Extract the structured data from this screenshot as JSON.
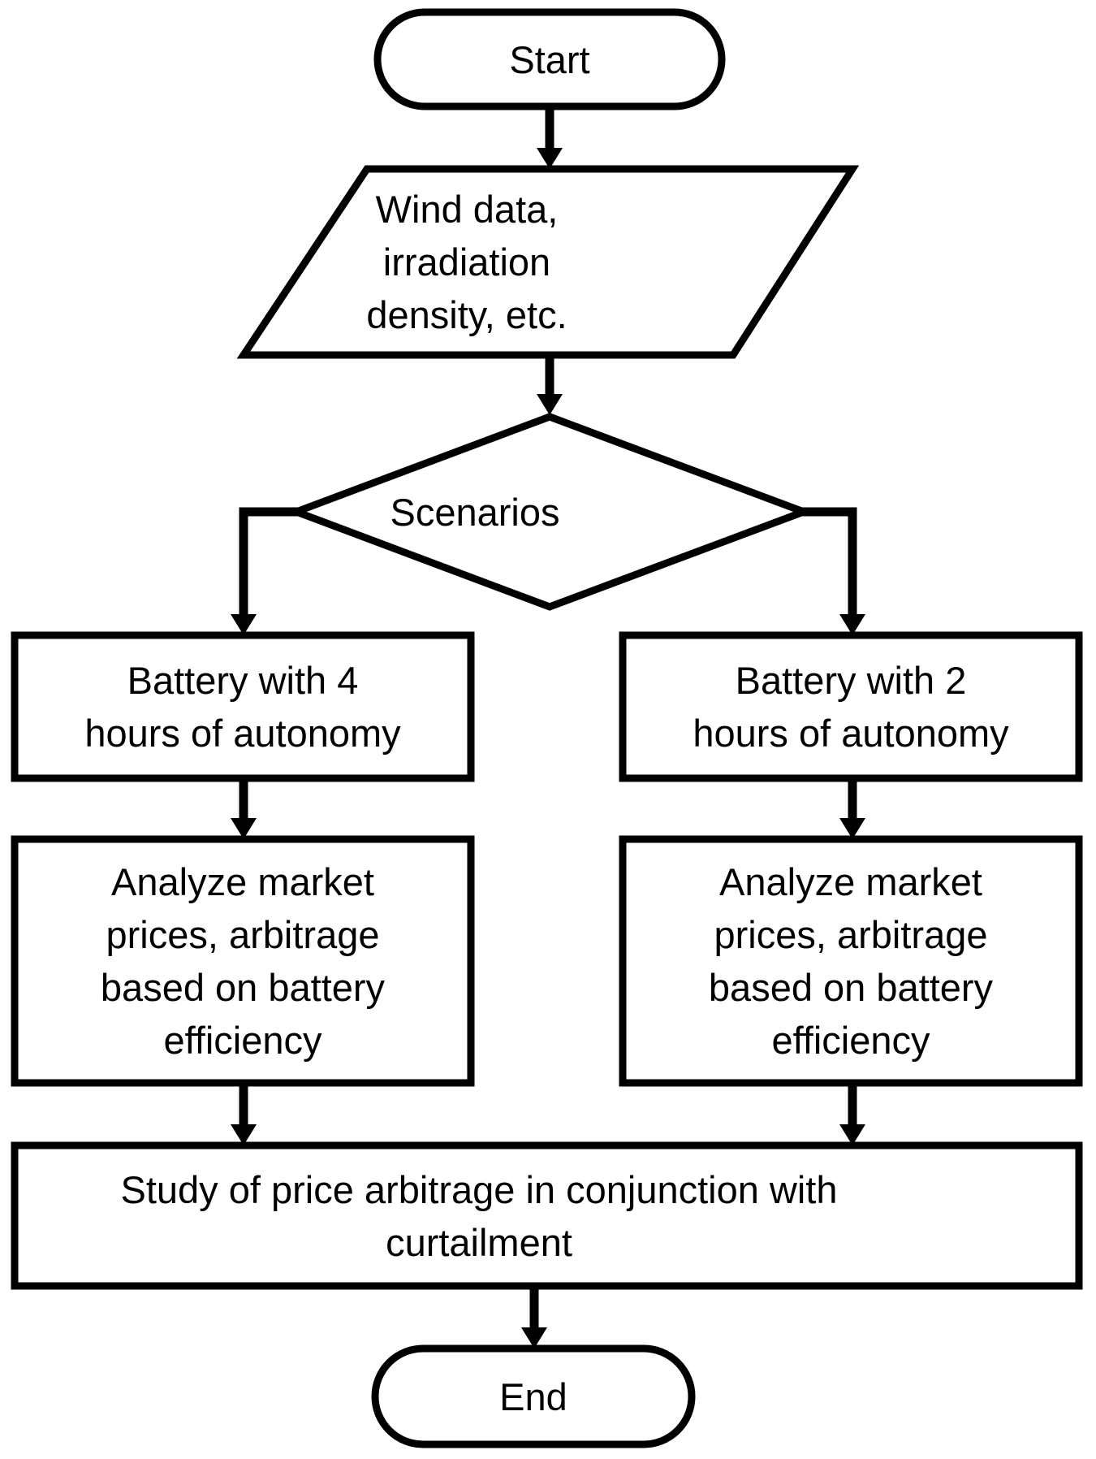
{
  "colors": {
    "stroke": "#000000",
    "shape_fill": "#ffffff",
    "background": "#ffffff",
    "text": "#000000"
  },
  "nodes": {
    "start": {
      "label": "Start"
    },
    "input": {
      "lines": [
        "Wind data,",
        "irradiation",
        "density, etc."
      ]
    },
    "decision": {
      "label": "Scenarios"
    },
    "battery4": {
      "lines": [
        "Battery with 4",
        "hours of autonomy"
      ]
    },
    "battery2": {
      "lines": [
        "Battery with 2",
        "hours of autonomy"
      ]
    },
    "analyze_left": {
      "lines": [
        "Analyze market",
        "prices, arbitrage",
        "based on battery",
        "efficiency"
      ]
    },
    "analyze_right": {
      "lines": [
        "Analyze market",
        "prices, arbitrage",
        "based on battery",
        "efficiency"
      ]
    },
    "study": {
      "lines": [
        "Study of price arbitrage in conjunction with",
        "curtailment"
      ]
    },
    "end": {
      "label": "End"
    }
  }
}
